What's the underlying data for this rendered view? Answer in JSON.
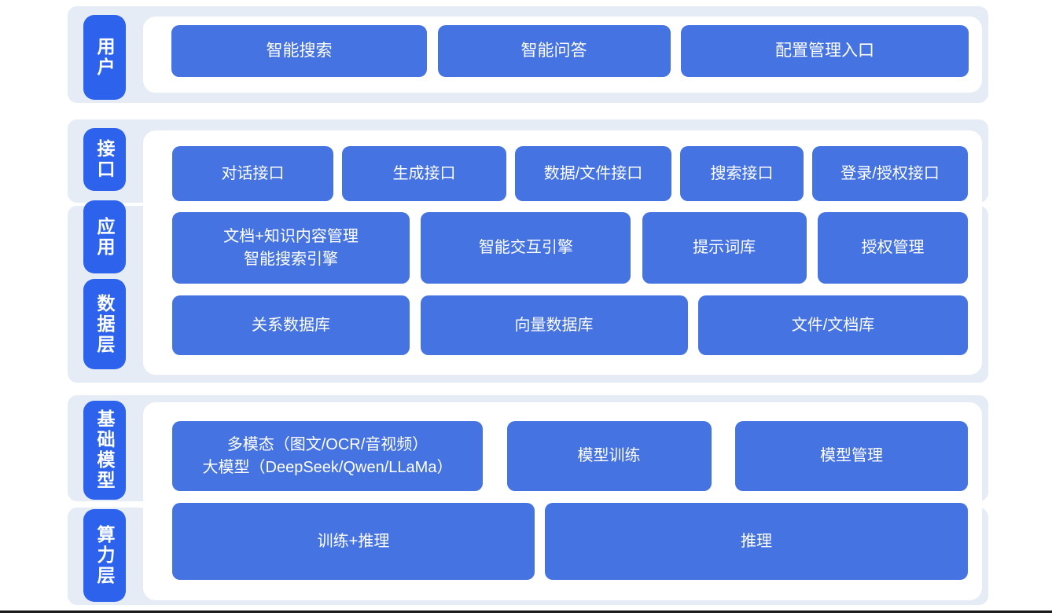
{
  "colors": {
    "band_bg": "#e5ecf5",
    "panel_bg": "#ffffff",
    "pill_blue": "#2d62ec",
    "box_blue": "#4673e2",
    "box_text": "#ffffff",
    "bottom_line": "#161616"
  },
  "layer_labels": {
    "user": "用户",
    "interface": "接口",
    "application": "应用",
    "data": "数据层",
    "foundation_model": "基础模型",
    "compute": "算力层"
  },
  "rows": {
    "user": [
      "智能搜索",
      "智能问答",
      "配置管理入口"
    ],
    "interface": [
      "对话接口",
      "生成接口",
      "数据/文件接口",
      "搜索接口",
      "登录/授权接口"
    ],
    "application": {
      "doc_search": {
        "line1": "文档+知识内容管理",
        "line2": "智能搜索引擎"
      },
      "others": [
        "智能交互引擎",
        "提示词库",
        "授权管理"
      ]
    },
    "data": [
      "关系数据库",
      "向量数据库",
      "文件/文档库"
    ],
    "foundation_model": {
      "multimodal": {
        "line1": "多模态（图文/OCR/音视频）",
        "line2": "大模型（DeepSeek/Qwen/LLaMa）"
      },
      "others": [
        "模型训练",
        "模型管理"
      ]
    },
    "compute": [
      "训练+推理",
      "推理"
    ]
  }
}
